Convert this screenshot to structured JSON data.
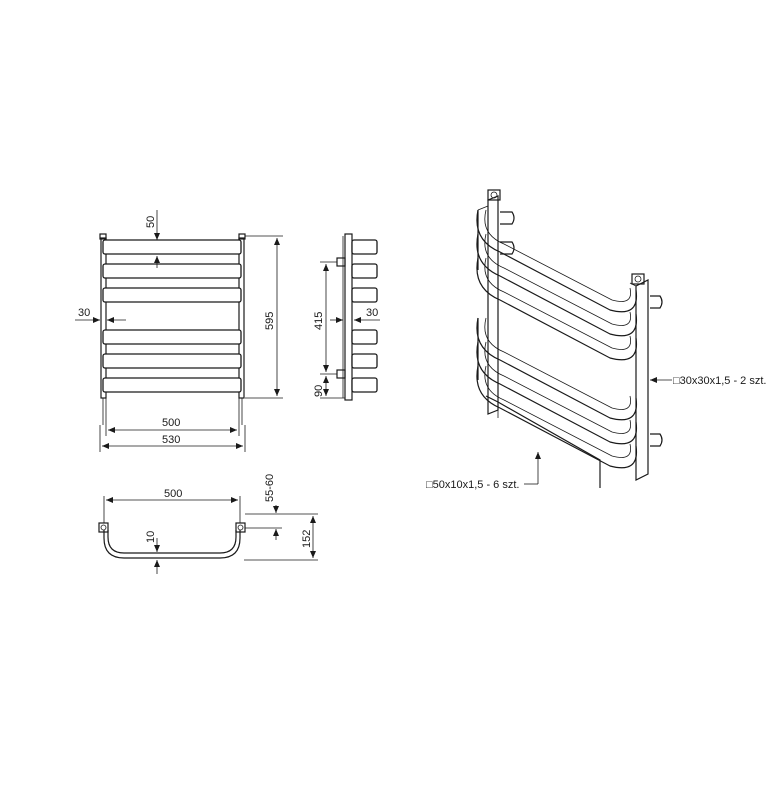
{
  "front_view": {
    "dim_top_gap": "50",
    "dim_side_offset": "30",
    "dim_inner_width": "500",
    "dim_outer_width": "530",
    "dim_height": "595"
  },
  "side_view": {
    "dim_axis_spacing": "415",
    "dim_depth": "30",
    "dim_bottom": "90"
  },
  "top_view": {
    "dim_width": "500",
    "dim_wall_offset": "55-60",
    "dim_bar_thickness": "10",
    "dim_depth": "152"
  },
  "iso_view": {
    "label_collector": "□30x30x1,5 - 2 szt.",
    "label_bars": "□50x10x1,5 - 6 szt."
  }
}
